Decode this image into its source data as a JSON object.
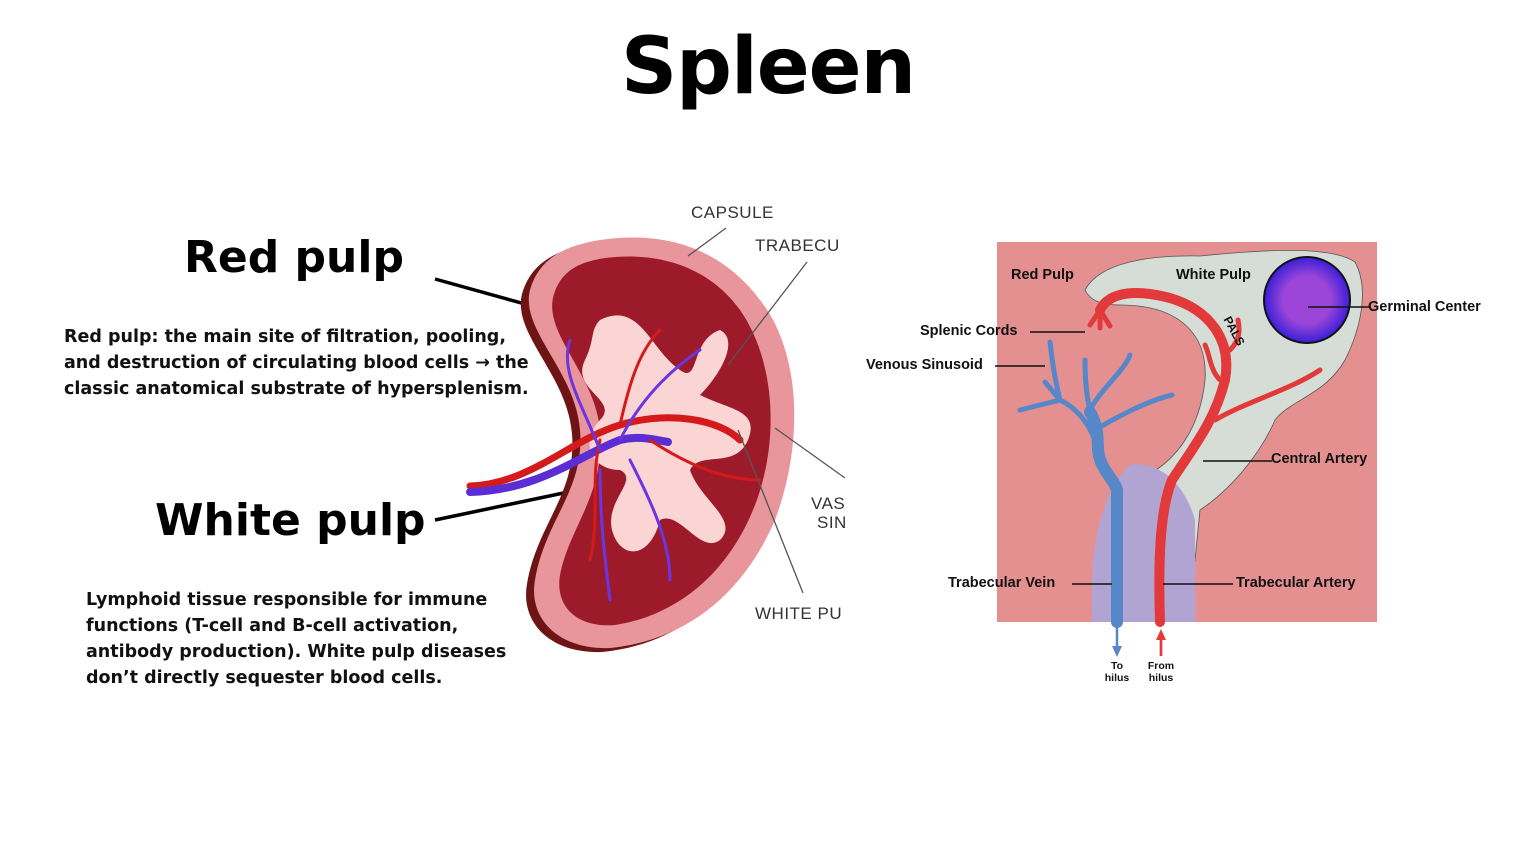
{
  "title": "Spleen",
  "red_pulp": {
    "heading": "Red pulp",
    "description": [
      "Red pulp: the main site of filtration, pooling,",
      "and destruction of circulating blood cells → the",
      "classic anatomical substrate of hypersplenism."
    ]
  },
  "white_pulp": {
    "heading": "White pulp",
    "description": [
      "Lymphoid tissue responsible for immune",
      "functions (T-cell and B-cell activation,",
      "antibody production). White pulp diseases",
      "don’t directly sequester blood cells."
    ]
  },
  "spleen_illustration": {
    "labels": {
      "capsule": "CAPSULE",
      "trabecula": "TRABECU",
      "vascular_1": "VAS",
      "vascular_2": "SIN",
      "white_pulp": "WHITE PU"
    }
  },
  "microanatomy_diagram": {
    "labels": {
      "red_pulp": "Red Pulp",
      "white_pulp": "White Pulp",
      "germinal_center": "Germinal Center",
      "pals": "PALS",
      "splenic_cords": "Splenic Cords",
      "venous_sinusoid": "Venous Sinusoid",
      "central_artery": "Central Artery",
      "trabecular_vein": "Trabecular Vein",
      "trabecular_artery": "Trabecular Artery",
      "to_hilus": [
        "To",
        "hilus"
      ],
      "from_hilus": [
        "From",
        "hilus"
      ]
    },
    "colors": {
      "background": "#e59090",
      "white_pulp": "#d6dcd6",
      "trabecula": "#b1a4d2",
      "artery": "#e23a3a",
      "vein": "#5587c9",
      "germinal_outer": "#3a1ed8",
      "germinal_inner": "#9b46d8"
    }
  }
}
